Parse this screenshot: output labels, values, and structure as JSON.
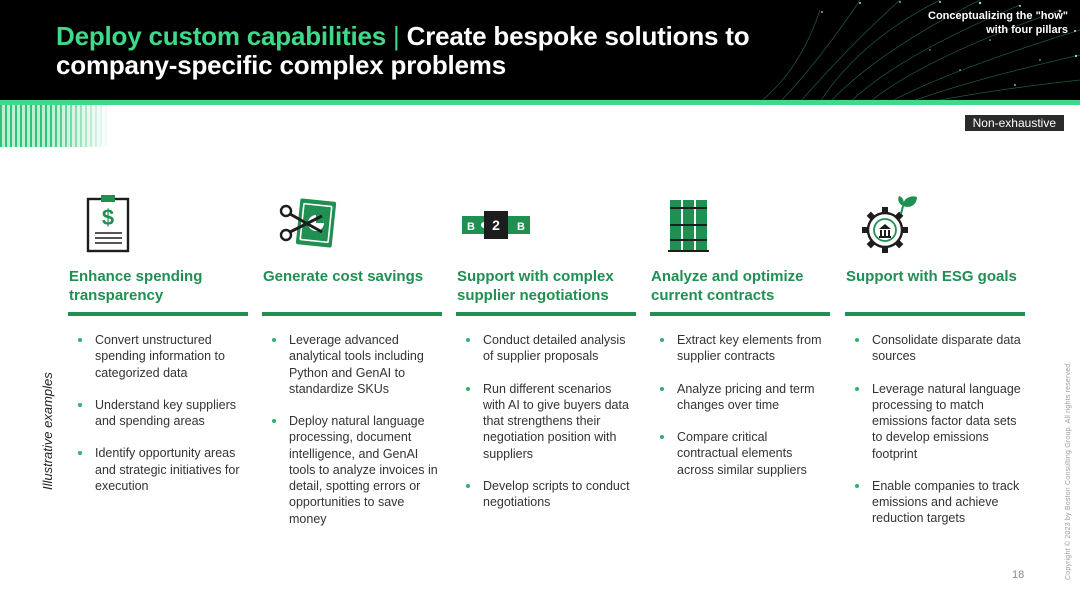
{
  "header": {
    "title_accent": "Deploy custom capabilities",
    "title_separator": "|",
    "title_rest": "Create bespoke solutions to company-specific complex problems",
    "corner_note": "Conceptualizing the \"how\" with four pillars"
  },
  "badge": "Non-exhaustive",
  "side_label": "Illustrative examples",
  "copyright": "Copyright © 2023 by Boston Consulting Group. All rights reserved.",
  "page_number": "18",
  "colors": {
    "accent": "#3fd98a",
    "brand_green": "#1f8f52",
    "bullet": "#2fb26a"
  },
  "pillars": [
    {
      "icon": "invoice-dollar-icon",
      "title": "Enhance spending transparency",
      "bullets": [
        "Convert unstructured spending information to categorized data",
        "Understand key suppliers and spending areas",
        "Identify opportunity areas and strategic initiatives for execution"
      ]
    },
    {
      "icon": "scissors-cash-icon",
      "title": "Generate cost savings",
      "bullets": [
        "Leverage advanced analytical tools including Python and GenAI to standardize SKUs",
        "Deploy natural language processing, document intelligence, and GenAI tools to analyze invoices in detail, spotting errors or opportunities to save money"
      ]
    },
    {
      "icon": "b2b-puzzle-icon",
      "icon_text": {
        "left": "B",
        "middle": "2",
        "right": "B"
      },
      "title": "Support with complex supplier negotiations",
      "bullets": [
        "Conduct detailed analysis of supplier proposals",
        "Run different scenarios with AI to give buyers data that strengthens their negotiation position with suppliers",
        "Develop scripts to conduct negotiations"
      ]
    },
    {
      "icon": "binders-icon",
      "title": "Analyze and optimize current contracts",
      "bullets": [
        "Extract key elements from supplier contracts",
        "Analyze pricing and term changes over time",
        "Compare critical contractual elements across similar suppliers"
      ]
    },
    {
      "icon": "gear-leaf-icon",
      "title": "Support with ESG goals",
      "bullets": [
        "Consolidate disparate data sources",
        "Leverage natural language processing to match emissions factor data sets to develop emissions footprint",
        "Enable companies to track emissions and achieve reduction targets"
      ]
    }
  ]
}
